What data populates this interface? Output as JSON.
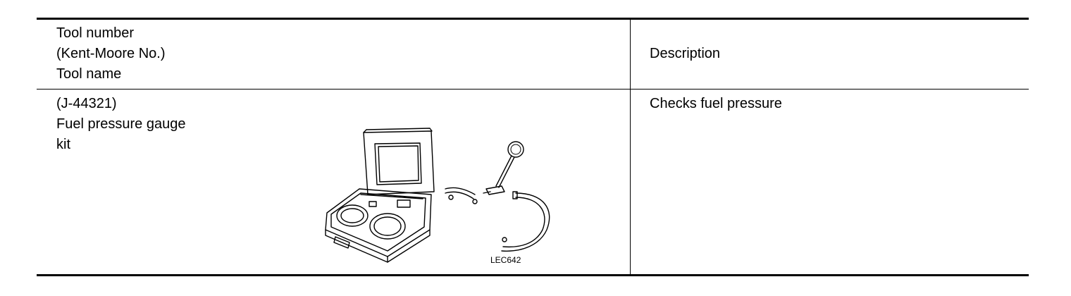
{
  "table": {
    "header": {
      "tool_lines": [
        "Tool number",
        "(Kent-Moore No.)",
        "Tool name"
      ],
      "description": "Description"
    },
    "rows": [
      {
        "tool_lines": [
          "(J-44321)",
          "Fuel pressure gauge",
          "kit"
        ],
        "description": "Checks fuel pressure",
        "figure_code": "LEC642",
        "figure_icon": "fuel-pressure-gauge-kit-illustration"
      }
    ]
  }
}
